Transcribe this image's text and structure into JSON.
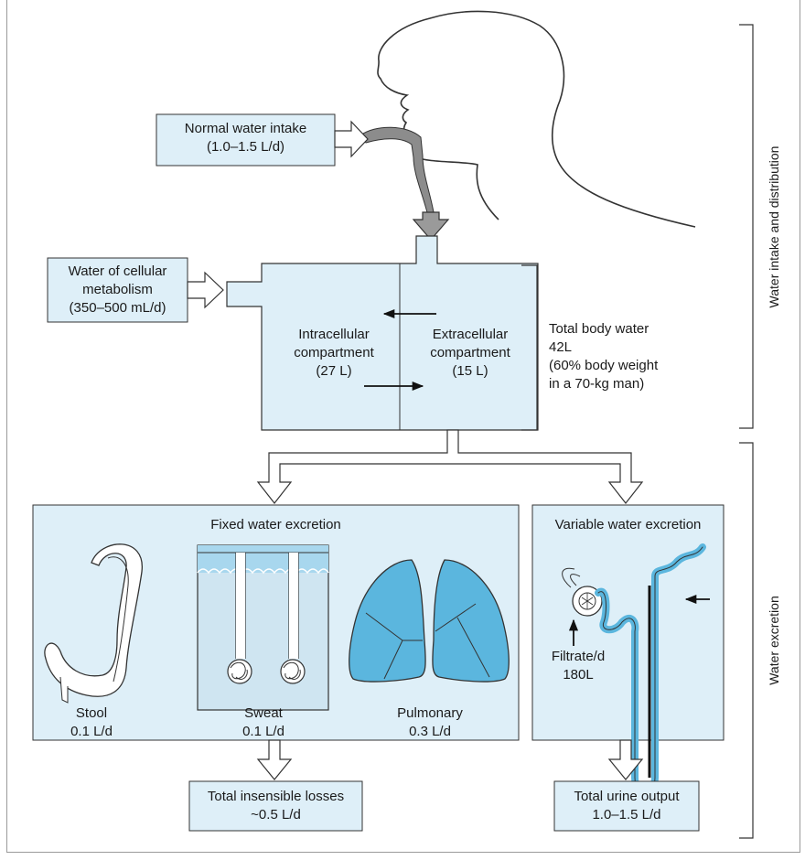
{
  "intake": {
    "normal_line1": "Normal water intake",
    "normal_line2": "(1.0–1.5 L/d)",
    "metab_line1": "Water of cellular",
    "metab_line2": "metabolism",
    "metab_line3": "(350–500 mL/d)"
  },
  "compartments": {
    "intra_line1": "Intracellular",
    "intra_line2": "compartment",
    "intra_line3": "(27 L)",
    "extra_line1": "Extracellular",
    "extra_line2": "compartment",
    "extra_line3": "(15 L)"
  },
  "total_body_water": {
    "line1": "Total body water",
    "line2": "42L",
    "line3": "(60% body weight",
    "line4": "in a 70-kg man)"
  },
  "fixed": {
    "title": "Fixed water excretion",
    "stool_label": "Stool",
    "stool_value": "0.1 L/d",
    "sweat_label": "Sweat",
    "sweat_value": "0.1 L/d",
    "pulm_label": "Pulmonary",
    "pulm_value": "0.3 L/d",
    "total_line1": "Total insensible losses",
    "total_line2": "~0.5 L/d"
  },
  "variable": {
    "title": "Variable water excretion",
    "filtrate_line1": "Filtrate/d",
    "filtrate_line2": "180L",
    "total_line1": "Total urine output",
    "total_line2": "1.0–1.5 L/d"
  },
  "side_labels": {
    "intake": "Water intake and distribution",
    "excretion": "Water excretion"
  },
  "colors": {
    "box_fill": "#deeff8",
    "lung_fill": "#5bb6de",
    "arrow_fill": "#ffffff",
    "stroke": "#333333",
    "gray_arrow": "#999999"
  }
}
